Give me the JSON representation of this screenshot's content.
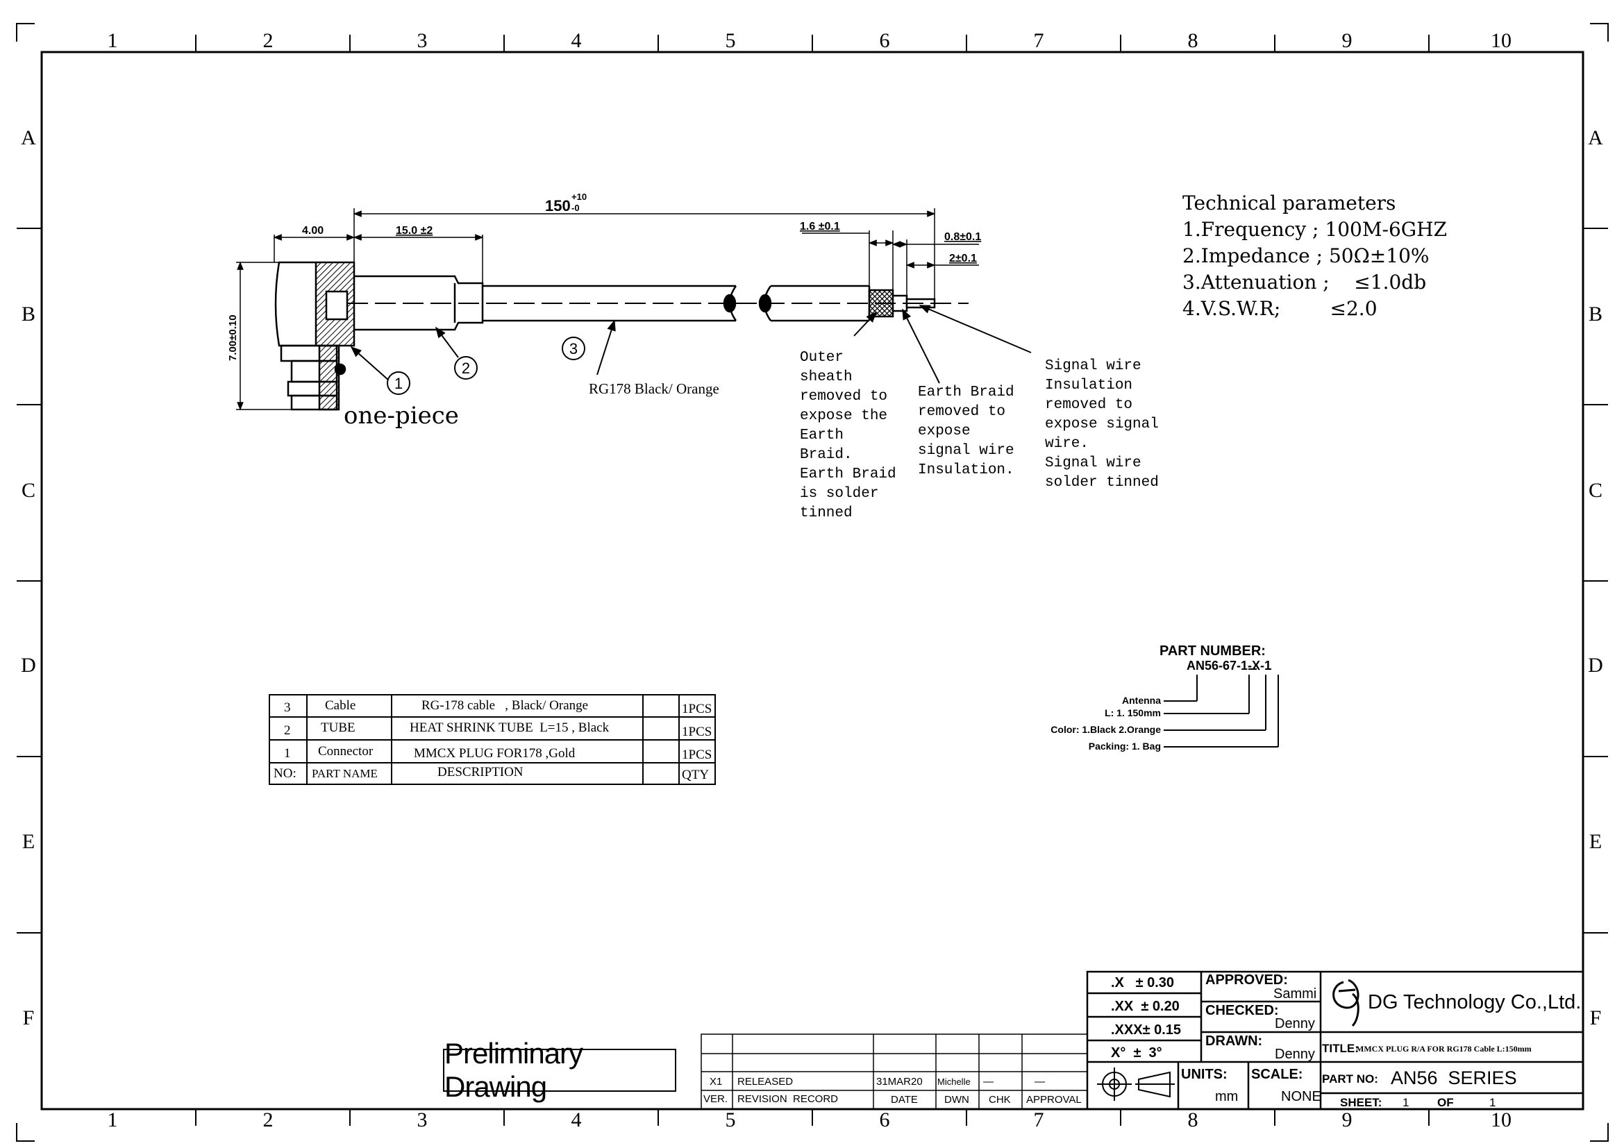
{
  "frame": {
    "col_labels": [
      "1",
      "2",
      "3",
      "4",
      "5",
      "6",
      "7",
      "8",
      "9",
      "10"
    ],
    "row_labels": [
      "A",
      "B",
      "C",
      "D",
      "E",
      "F"
    ]
  },
  "dimensions": {
    "d_4": "4.00",
    "d_15": "15.0 ±2",
    "d_150_base": "150",
    "d_150_plus": "+10",
    "d_150_minus": "-0",
    "d_1_6": "1.6 ±0.1",
    "d_0_8": "0.8±0.1",
    "d_2": "2±0.1",
    "d_7": "7.00±0.10"
  },
  "callouts": {
    "c1": "1",
    "c2": "2",
    "c3": "3",
    "one_piece": "one-piece",
    "cable_label": "RG178 Black/ Orange"
  },
  "notes": {
    "outer_sheath": [
      "Outer",
      "sheath",
      "removed to",
      "expose the",
      "Earth",
      "Braid.",
      "Earth Braid",
      "is solder",
      "tinned"
    ],
    "earth_braid": [
      "Earth Braid",
      "removed to",
      "expose",
      "signal wire",
      "Insulation."
    ],
    "signal_wire": [
      "Signal wire",
      "Insulation",
      "removed to",
      "expose signal",
      "wire.",
      "Signal wire",
      "solder tinned"
    ]
  },
  "tech_params": {
    "title": "Technical parameters",
    "lines": [
      "1.Frequency ; 100M-6GHZ",
      "2.Impedance ; 50Ω±10%",
      "3.Attenuation ;    ≤1.0db",
      "4.V.S.W.R;        ≤2.0"
    ]
  },
  "part_number": {
    "title": "PART NUMBER:",
    "code": "AN56-67-1-X-1",
    "legend": [
      "Antenna",
      "L: 1. 150mm",
      "Color: 1.Black 2.Orange",
      "Packing: 1. Bag"
    ]
  },
  "bom": {
    "rows": [
      {
        "no": "3",
        "name": "Cable",
        "desc": "RG-178 cable   , Black/ Orange",
        "qty": "1PCS"
      },
      {
        "no": "2",
        "name": "TUBE",
        "desc": "HEAT SHRINK TUBE  L=15 , Black",
        "qty": "1PCS"
      },
      {
        "no": "1",
        "name": "Connector",
        "desc": "MMCX PLUG FOR178 ,Gold",
        "qty": "1PCS"
      }
    ],
    "header": {
      "no": "NO:",
      "name": "PART NAME",
      "desc": "DESCRIPTION",
      "qty": "QTY"
    }
  },
  "preliminary": "Preliminary Drawing",
  "revision": {
    "row": {
      "ver": "X1",
      "record": "RELEASED",
      "date": "31MAR20",
      "dwn": "Michelle",
      "chk": "—",
      "approval": "—"
    },
    "header": {
      "ver": "VER.",
      "record": "REVISION  RECORD",
      "date": "DATE",
      "dwn": "DWN",
      "chk": "CHK",
      "approval": "APPROVAL"
    }
  },
  "title_block": {
    "tol": [
      ".X   ± 0.30",
      ".XX  ± 0.20",
      ".XXX± 0.15",
      "X°  ±  3°"
    ],
    "approved_label": "APPROVED:",
    "approved_name": "Sammi",
    "checked_label": "CHECKED:",
    "checked_name": "Denny",
    "drawn_label": "DRAWN:",
    "drawn_name": "Denny",
    "units_label": "UNITS:",
    "units_value": "mm",
    "scale_label": "SCALE:",
    "scale_value": "NONE",
    "company": "DG Technology Co.,Ltd.",
    "title_label": "TITLE:",
    "title_value": "MMCX PLUG R/A FOR RG178  Cable L:150mm",
    "partno_label": "PART NO:",
    "partno_value": "AN56  SERIES",
    "sheet_label": "SHEET:",
    "sheet_value": "1",
    "of_label": "OF",
    "of_value": "1"
  }
}
